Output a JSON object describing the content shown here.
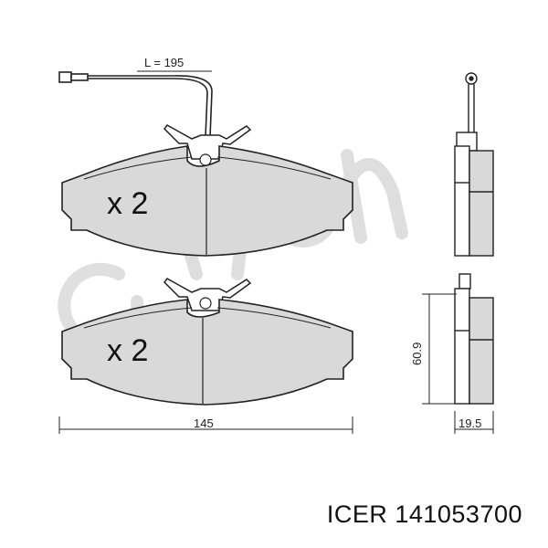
{
  "drawing": {
    "sensor_length_label": "L = 195",
    "pad_top_quantity": "x 2",
    "pad_bottom_quantity": "x 2",
    "width_label": "145",
    "height_label": "60.9",
    "thickness_label": "19.5",
    "watermark_text": "cifam"
  },
  "caption": "ICER 141053700",
  "colors": {
    "pad_fill": "#d9d9d9",
    "friction_fill": "#c8c8c8",
    "outline": "#222222",
    "watermark": "#b5b5b5"
  }
}
